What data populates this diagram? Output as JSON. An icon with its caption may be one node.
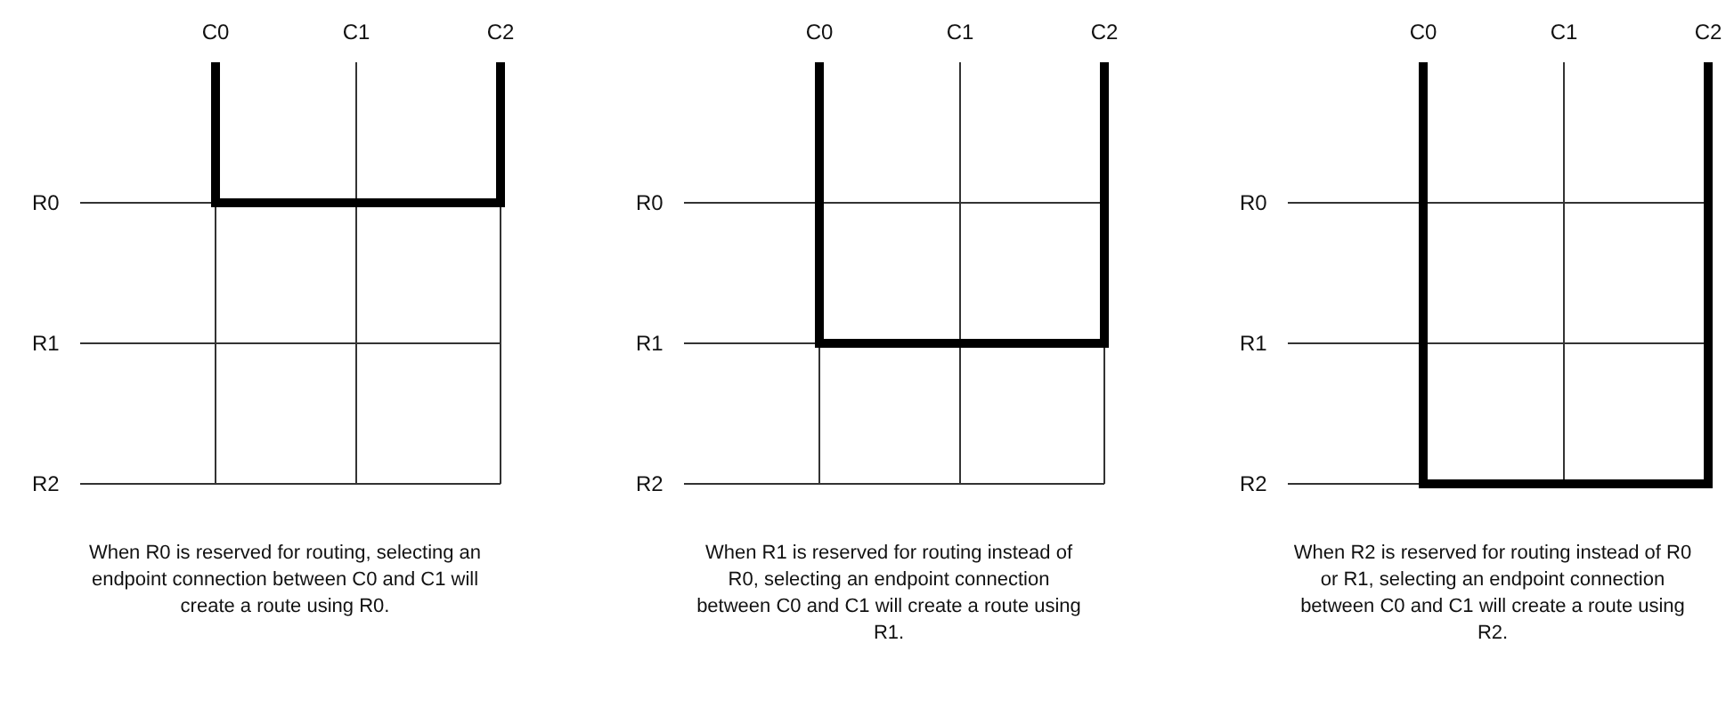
{
  "diagram": {
    "labels": [
      "C0",
      "C1",
      "C2",
      "C0",
      "C1",
      "C2",
      "C0",
      "C1",
      "C2",
      "R0",
      "R0",
      "R0",
      "R1",
      "R1",
      "R1",
      "R2",
      "R2",
      "R2",
      "When R0 is reserved for routing, selecting an endpoint connection between C0 and C1 will create a route using R0.",
      "When R1 is reserved for routing instead of R0, selecting an endpoint connection between C0 and C1 will create a route using R1.",
      "When R2 is reserved for routing instead of R0 or R1, selecting an endpoint connection between C0 and C1 will create a route using R2."
    ]
  }
}
